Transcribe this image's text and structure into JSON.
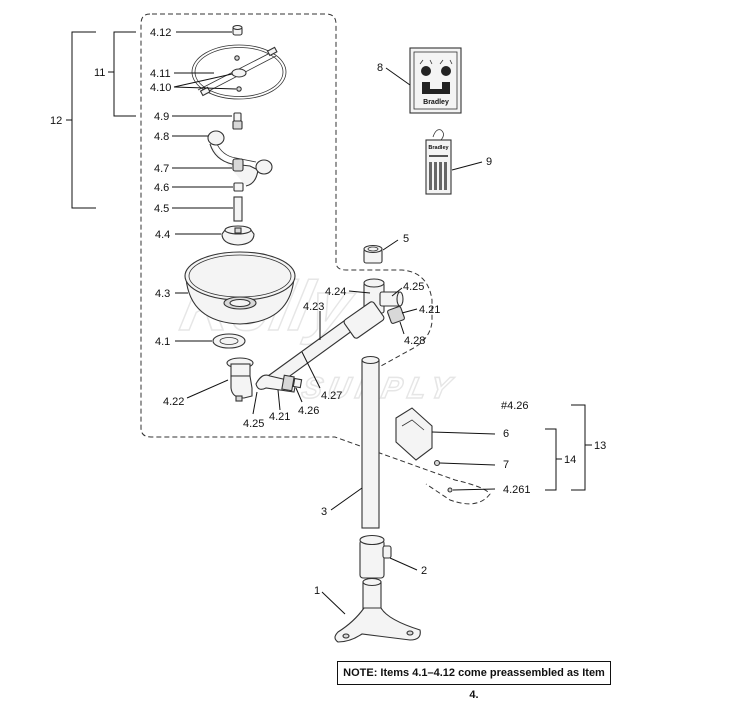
{
  "labels": {
    "l_4_12": "4.12",
    "l_11": "11",
    "l_12": "12",
    "l_4_11": "4.11",
    "l_4_10": "4.10",
    "l_4_9": "4.9",
    "l_4_8": "4.8",
    "l_4_7": "4.7",
    "l_4_6": "4.6",
    "l_4_5": "4.5",
    "l_4_4": "4.4",
    "l_4_3": "4.3",
    "l_4_1": "4.1",
    "l_4_22": "4.22",
    "l_4_25_bottom": "4.25",
    "l_4_21_bottom": "4.21",
    "l_4_26": "4.26",
    "l_4_27": "4.27",
    "l_4_23": "4.23",
    "l_4_24": "4.24",
    "l_4_25_top": "4.25",
    "l_4_21_top": "4.21",
    "l_4_28": "4.28",
    "l_5": "5",
    "l_8": "8",
    "l_9": "9",
    "l_3": "3",
    "l_2": "2",
    "l_1": "1",
    "l_hash_4_26": "#4.26",
    "l_6": "6",
    "l_7": "7",
    "l_14": "14",
    "l_13": "13",
    "l_4_261": "4.261"
  },
  "sign_brand": "Bradley",
  "tag_brand": "Bradley",
  "note": "NOTE:  Items 4.1–4.12 come preassembled as Item 4.",
  "watermark": [
    "Kelly",
    "SUPPLY"
  ],
  "icons": [
    "eyewash-sign-icon",
    "inspection-tag-icon"
  ]
}
